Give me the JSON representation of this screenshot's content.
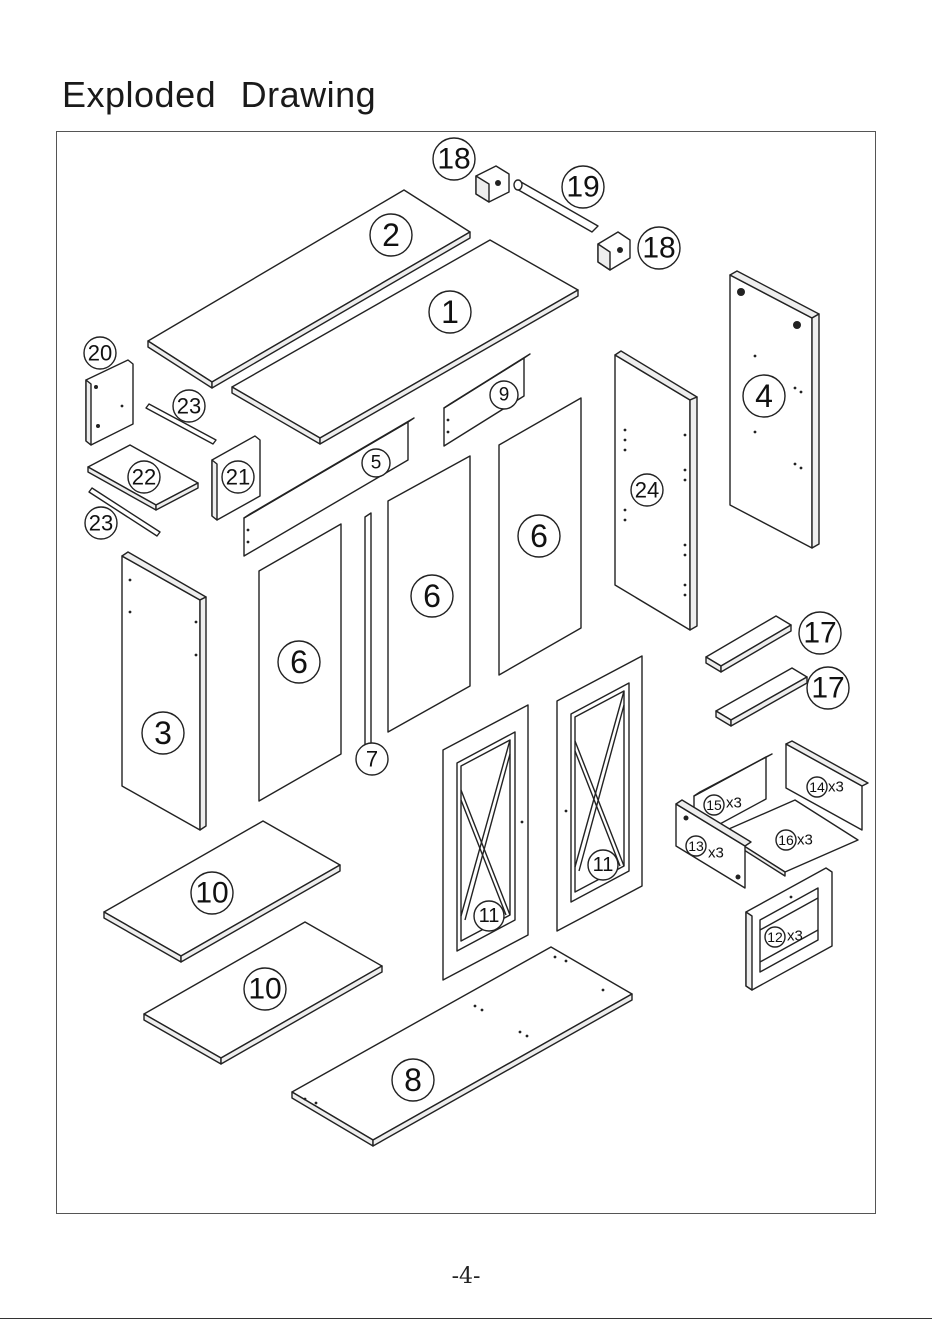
{
  "title": "Exploded  Drawing",
  "page_number": "-4-",
  "parts": [
    {
      "key": "p1",
      "label": "1"
    },
    {
      "key": "p2",
      "label": "2"
    },
    {
      "key": "p3",
      "label": "3"
    },
    {
      "key": "p4",
      "label": "4"
    },
    {
      "key": "p5",
      "label": "5"
    },
    {
      "key": "p6a",
      "label": "6"
    },
    {
      "key": "p6b",
      "label": "6"
    },
    {
      "key": "p6c",
      "label": "6"
    },
    {
      "key": "p7",
      "label": "7"
    },
    {
      "key": "p8",
      "label": "8"
    },
    {
      "key": "p9",
      "label": "9"
    },
    {
      "key": "p10a",
      "label": "10"
    },
    {
      "key": "p10b",
      "label": "10"
    },
    {
      "key": "p11a",
      "label": "11"
    },
    {
      "key": "p11b",
      "label": "11"
    },
    {
      "key": "p12",
      "label": "12",
      "qty": "x3"
    },
    {
      "key": "p13",
      "label": "13",
      "qty": "x3"
    },
    {
      "key": "p14",
      "label": "14",
      "qty": "x3"
    },
    {
      "key": "p15",
      "label": "15",
      "qty": "x3"
    },
    {
      "key": "p16",
      "label": "16",
      "qty": "x3"
    },
    {
      "key": "p17a",
      "label": "17"
    },
    {
      "key": "p17b",
      "label": "17"
    },
    {
      "key": "p18a",
      "label": "18"
    },
    {
      "key": "p18b",
      "label": "18"
    },
    {
      "key": "p19",
      "label": "19"
    },
    {
      "key": "p20",
      "label": "20"
    },
    {
      "key": "p21",
      "label": "21"
    },
    {
      "key": "p22",
      "label": "22"
    },
    {
      "key": "p23a",
      "label": "23"
    },
    {
      "key": "p23b",
      "label": "23"
    },
    {
      "key": "p24",
      "label": "24"
    }
  ]
}
